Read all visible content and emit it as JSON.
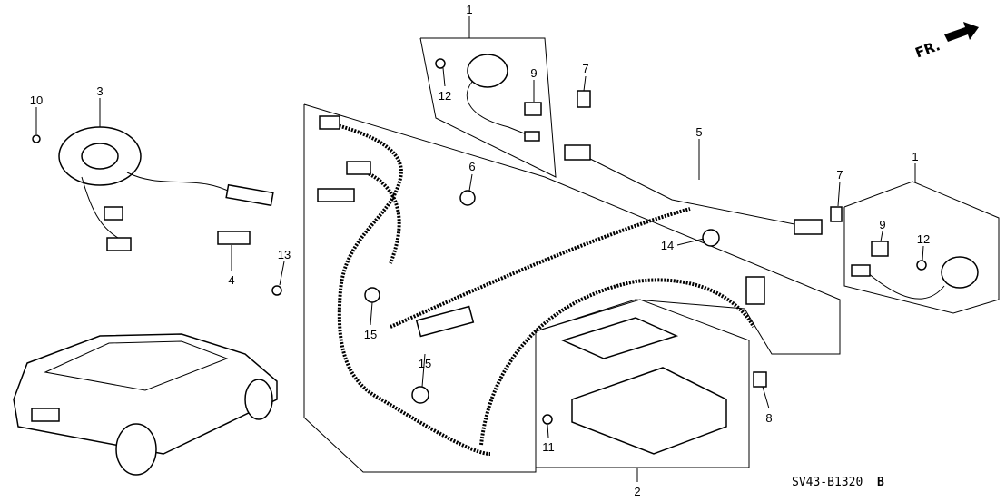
{
  "diagram": {
    "callouts": {
      "c1_top": "1",
      "c12_top": "12",
      "c9_top": "9",
      "c7_top": "7",
      "c10": "10",
      "c3": "3",
      "c6": "6",
      "c5": "5",
      "c7_right": "7",
      "c1_right": "1",
      "c9_right": "9",
      "c12_right": "12",
      "c14": "14",
      "c4": "4",
      "c13": "13",
      "c15_a": "15",
      "c15_b": "15",
      "c8": "8",
      "c11": "11",
      "c2": "2"
    },
    "direction_label": "FR.",
    "diagram_code": "SV43-B1320",
    "diagram_revision": "B"
  }
}
